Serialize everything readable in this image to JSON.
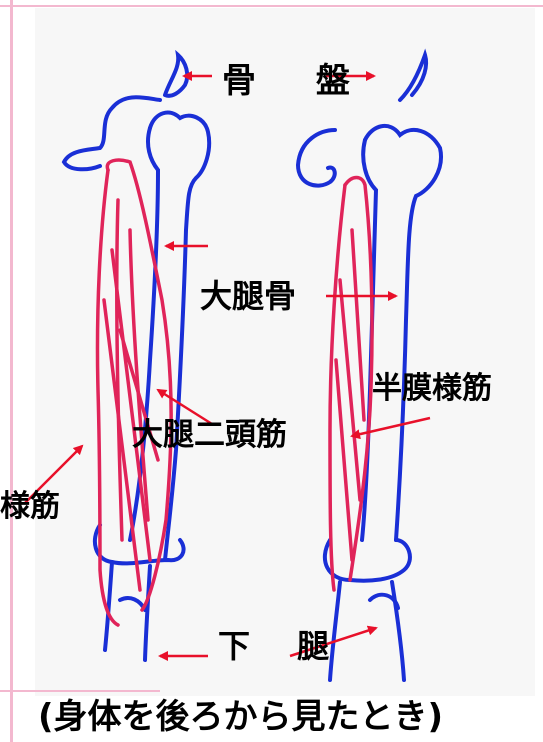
{
  "labels": {
    "pelvis": "骨 盤",
    "femur": "大腿骨",
    "semimembranosus": "半膜様筋",
    "biceps_femoris": "大腿二頭筋",
    "semitendinosus_partial": "様筋",
    "lower_leg": "下 腿",
    "caption": "(身体を後ろから見たとき)"
  },
  "colors": {
    "bone": "#1a2fd6",
    "muscle": "#e0245a",
    "arrow": "#e8102a",
    "frame": "#f3b8cf"
  }
}
